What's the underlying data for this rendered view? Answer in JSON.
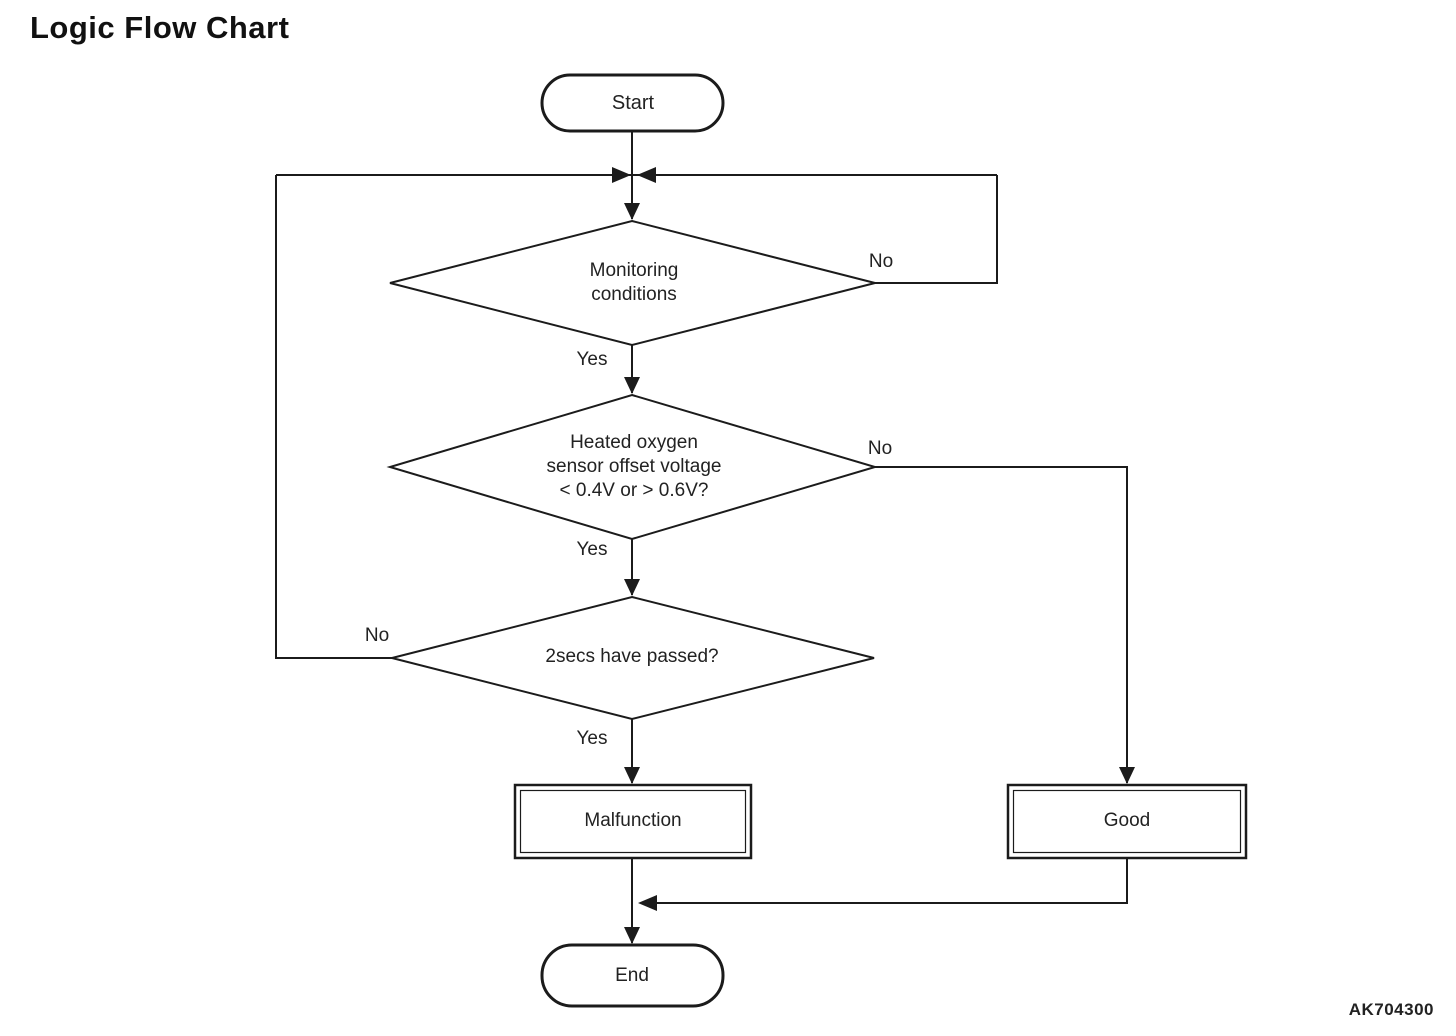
{
  "title": "Logic Flow Chart",
  "figure_code": "AK704300",
  "colors": {
    "ink": "#1b1b1b",
    "background": "#ffffff"
  },
  "flowchart": {
    "start": {
      "label": "Start"
    },
    "decision_monitoring": {
      "line1": "Monitoring",
      "line2": "conditions",
      "yes_label": "Yes",
      "no_label": "No"
    },
    "decision_sensor": {
      "line1": "Heated oxygen",
      "line2": "sensor offset voltage",
      "line3": "< 0.4V or > 0.6V?",
      "yes_label": "Yes",
      "no_label": "No"
    },
    "decision_timer": {
      "label": "2secs have passed?",
      "yes_label": "Yes",
      "no_label": "No"
    },
    "malfunction": {
      "label": "Malfunction"
    },
    "good": {
      "label": "Good"
    },
    "end": {
      "label": "End"
    }
  }
}
